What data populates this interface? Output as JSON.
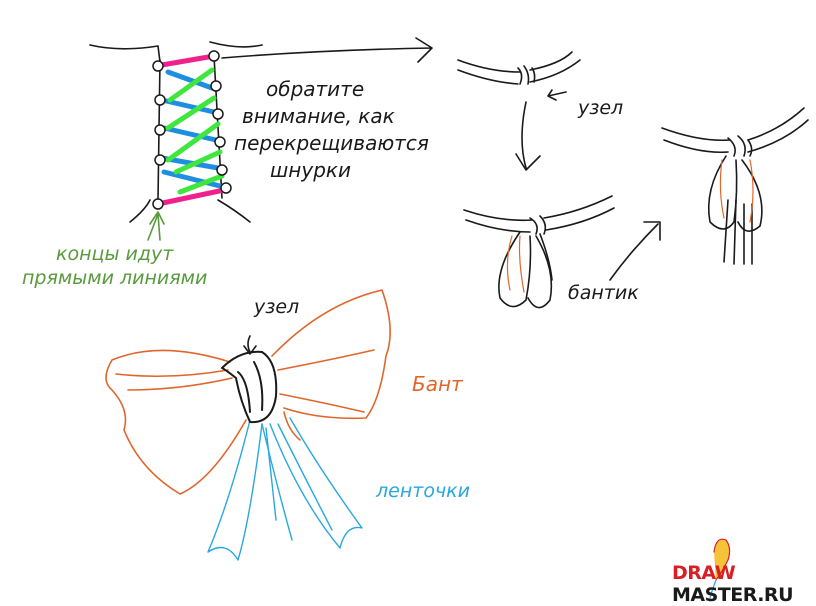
{
  "labels": {
    "note": [
      "обратите",
      "внимание, как",
      "перекрещиваются",
      "шнурки"
    ],
    "ends": [
      "концы идут",
      "прямыми линиями"
    ],
    "knot_top": "узел",
    "bow_small": "бантик",
    "knot_bottom": "узел",
    "bow_big": "Бант",
    "ribbons": "ленточки"
  },
  "logo": {
    "part1": "DRAW",
    "part2": "MASTER.RU"
  },
  "colors": {
    "ink": "#1a1a1a",
    "lace_pink": "#f0218c",
    "lace_blue": "#1e8fe0",
    "lace_green": "#3ee63e",
    "note_green": "#5a9a3e",
    "bow_orange": "#e0662c",
    "ribbon_blue": "#2aa7e0",
    "logo_red": "#d81f26"
  }
}
